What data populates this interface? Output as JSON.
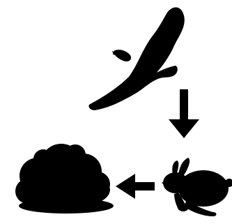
{
  "diagram": {
    "background_color": "#ffffff",
    "ink_color": "#000000",
    "nodes": [
      {
        "id": "hawk",
        "icon": "hawk-icon"
      },
      {
        "id": "rabbit",
        "icon": "rabbit-icon"
      },
      {
        "id": "plants",
        "icon": "shrub-icon"
      }
    ],
    "edges": [
      {
        "from": "hawk",
        "to": "rabbit",
        "direction": "down",
        "icon": "arrow-down-icon"
      },
      {
        "from": "rabbit",
        "to": "plants",
        "direction": "left",
        "icon": "arrow-left-icon"
      }
    ]
  }
}
